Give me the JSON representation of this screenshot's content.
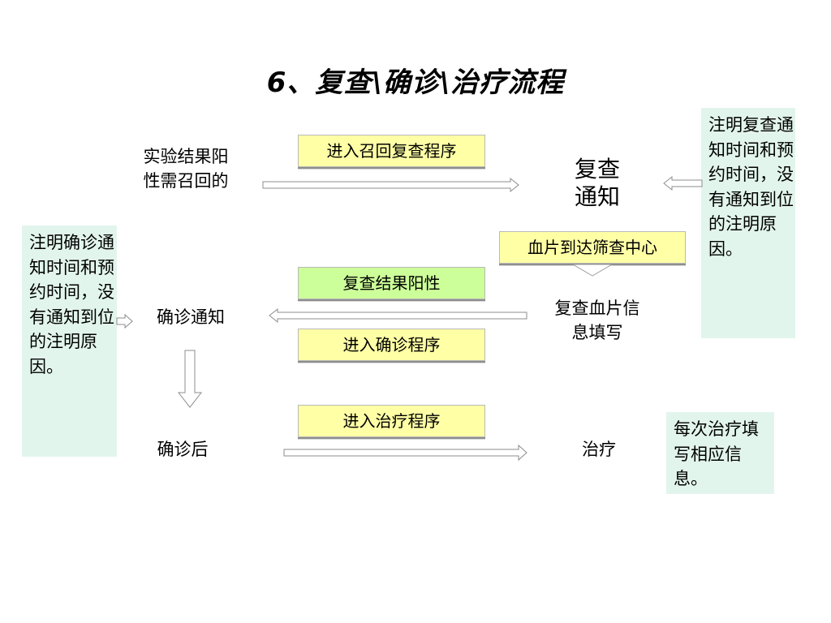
{
  "title": "6、复查\\确诊\\治疗流程",
  "nodes": {
    "positive_recall": "实验结果阳性需召回的",
    "recheck_notice": "复查通知",
    "confirm_notice": "确诊通知",
    "blood_info": "复查血片信息填写",
    "after_confirm": "确诊后",
    "treatment": "治疗"
  },
  "process_boxes": {
    "enter_recall": "进入召回复查程序",
    "blood_arrive": "血片到达筛查中心",
    "recheck_positive": "复查结果阳性",
    "enter_confirm": "进入确诊程序",
    "enter_treatment": "进入治疗程序"
  },
  "notes": {
    "right_note": "注明复查通知时间和预约时间，没有通知到位的注明原因。",
    "left_note": "注明确诊通知时间和预约时间，没有通知到位的注明原因。",
    "treatment_note": "每次治疗填写相应信息。"
  },
  "colors": {
    "process_box": "#ffffa6",
    "process_box_positive": "#ccff99",
    "note_background": "#e2f5ec"
  }
}
